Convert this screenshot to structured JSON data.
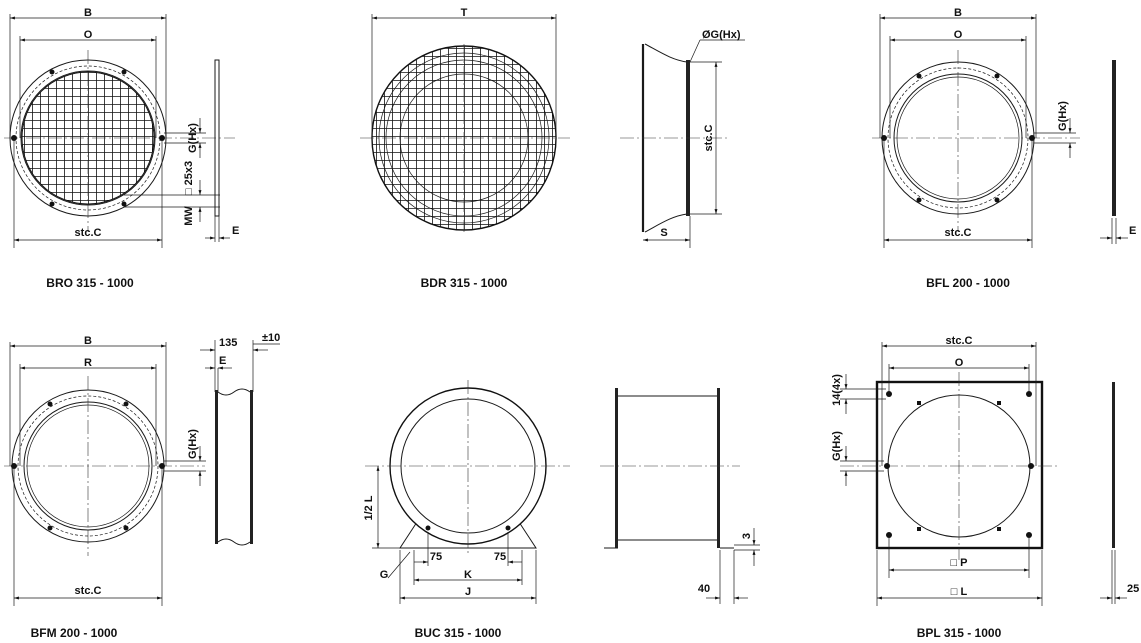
{
  "captions": {
    "bro": "BRO 315 - 1000",
    "bdr": "BDR 315 - 1000",
    "bfl": "BFL 200 - 1000",
    "bfm": "BFM 200 - 1000",
    "buc": "BUC 315 - 1000",
    "bpl": "BPL 315 - 1000"
  },
  "labels": {
    "B": "B",
    "O": "O",
    "T": "T",
    "R": "R",
    "stcC": "stc.C",
    "GHx": "G(Hx)",
    "oGHx": "ØG(Hx)",
    "sq25x3": "□ 25x3",
    "MW": "MW",
    "E": "E",
    "S": "S",
    "n135": "135",
    "pm10": "±10",
    "halfL": "1/2 L",
    "n75": "75",
    "G": "G",
    "K": "K",
    "J": "J",
    "n40": "40",
    "n3": "3",
    "n14x4": "14(4x)",
    "P": "□ P",
    "L": "□ L",
    "n25": "25"
  }
}
